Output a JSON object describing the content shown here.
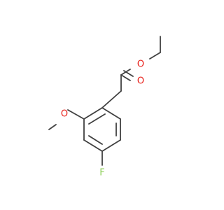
{
  "molecule": {
    "atoms": {
      "ester_o": {
        "label": "O",
        "color": "#e8211b"
      },
      "carbonyl_o": {
        "label": "O",
        "color": "#e8211b"
      },
      "methoxy_o": {
        "label": "O",
        "color": "#e8211b"
      },
      "fluorine": {
        "label": "F",
        "color": "#8fcf5a"
      }
    },
    "bond_color": "#404040"
  }
}
